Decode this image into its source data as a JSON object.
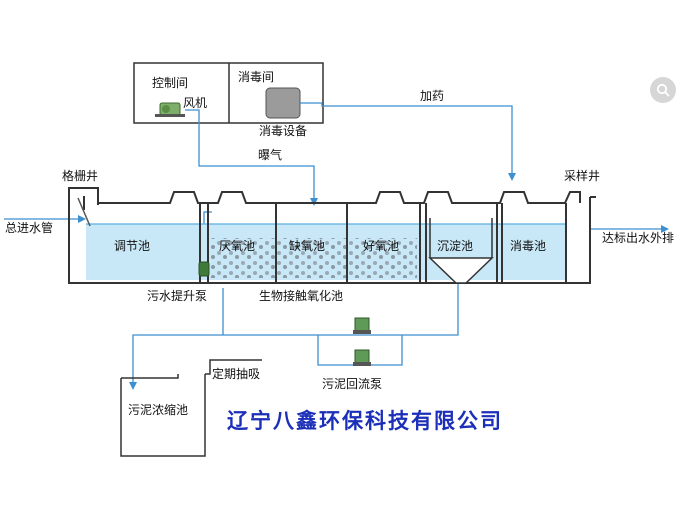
{
  "diagram": {
    "rooms": {
      "control_room": "控制间",
      "fan": "风机",
      "disinfection_room": "消毒间",
      "disinfection_equipment": "消毒设备"
    },
    "flows": {
      "dosing": "加药",
      "aeration": "曝气",
      "inlet": "总进水管",
      "outlet": "达标出水外排"
    },
    "wells": {
      "screen_well": "格栅井",
      "sampling_well": "采样井"
    },
    "tanks": {
      "regulating": "调节池",
      "anaerobic": "厌氧池",
      "anoxic": "缺氧池",
      "aerobic": "好氧池",
      "sedimentation": "沉淀池",
      "disinfection": "消毒池"
    },
    "equipment": {
      "lift_pump": "污水提升泵",
      "biofilm": "生物接触氧化池",
      "sludge_pump": "污泥回流泵",
      "sludge_tank": "污泥浓缩池",
      "periodic_pumping": "定期抽吸"
    },
    "company": "辽宁八鑫环保科技有限公司",
    "colors": {
      "pipe": "#3d8fcf",
      "water": "#c9e8f7",
      "water_line": "#5aaee0",
      "wall": "#333333",
      "company_text": "#1c2fb8"
    }
  }
}
